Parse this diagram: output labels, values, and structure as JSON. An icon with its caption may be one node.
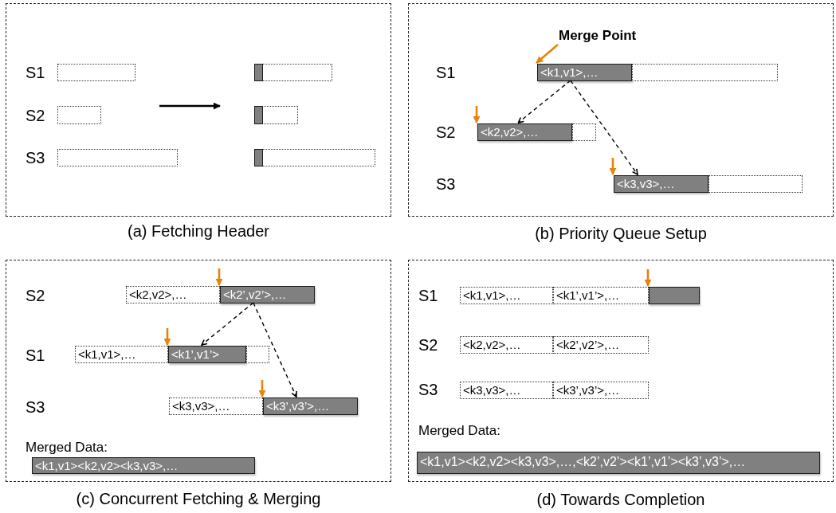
{
  "diagram": {
    "nodes": [
      {
        "text": [],
        "shape": "box",
        "beside": [
          "(a) Fetching Header"
        ]
      },
      {
        "text": [],
        "shape": "bar",
        "in": 0
      },
      {
        "text": [],
        "shape": "bar",
        "in": 0
      },
      {
        "text": [],
        "shape": "bar",
        "in": 0
      },
      {
        "text": [],
        "shape": "bar",
        "in": 0
      },
      {
        "text": [],
        "shape": "bar",
        "in": 0
      },
      {
        "text": [],
        "shape": "bar",
        "in": 0
      },
      {
        "text": [],
        "shape": "box",
        "beside": [
          "(b) Priority Queue Setup"
        ]
      },
      {
        "text": [
          "Merge Point"
        ],
        "in": 7
      },
      {
        "text": [
          "<k1,v1>,…"
        ],
        "in": 7
      },
      {
        "text": [],
        "shape": "bar",
        "in": 7
      },
      {
        "text": [
          "<k2,v2>,…"
        ],
        "in": 7
      },
      {
        "text": [],
        "shape": "bar",
        "in": 7
      },
      {
        "text": [
          "<k3,v3>,…"
        ],
        "in": 7
      },
      {
        "text": [],
        "shape": "bar",
        "in": 7
      },
      {
        "text": [],
        "shape": "box",
        "beside": [
          "(c) Concurrent Fetching & Merging"
        ]
      },
      {
        "text": [
          "<k2,v2>,…"
        ],
        "in": 15
      },
      {
        "text": [
          "<k2’,v2’>,…"
        ],
        "in": 15
      },
      {
        "text": [
          "<k1,v1>,…"
        ],
        "in": 15
      },
      {
        "text": [
          "<k1’,v1’>"
        ],
        "in": 15
      },
      {
        "text": [],
        "shape": "bar",
        "in": 15
      },
      {
        "text": [
          "<k3,v3>,…"
        ],
        "in": 15
      },
      {
        "text": [
          "<k3’,v3’>,…"
        ],
        "in": 15
      },
      {
        "text": [
          "<k1,v1><k2,v2><k3,v3>,…"
        ],
        "in": 15,
        "beside": [
          "Merged Data:"
        ]
      },
      {
        "text": [],
        "shape": "box",
        "beside": [
          "(d) Towards Completion"
        ]
      },
      {
        "text": [
          "<k1,v1>,…"
        ],
        "in": 24
      },
      {
        "text": [
          "<k1’,v1’>,…"
        ],
        "in": 24
      },
      {
        "text": [],
        "shape": "bar",
        "in": 24
      },
      {
        "text": [
          "<k2,v2>,…"
        ],
        "in": 24
      },
      {
        "text": [
          "<k2’,v2’>,…"
        ],
        "in": 24
      },
      {
        "text": [
          "<k3,v3>,…"
        ],
        "in": 24
      },
      {
        "text": [
          "<k3’,v3’>,…"
        ],
        "in": 24
      },
      {
        "text": [
          "<k1,v1><k2,v2><k3,v3>,…,<k2’,v2’><k1’,v1’><k3’,v3’>,…"
        ],
        "in": 24,
        "beside": [
          "Merged Data:"
        ]
      }
    ],
    "edges": [
      {
        "from": 8,
        "to": 9,
        "arrow": "to",
        "color": "#e8820c"
      },
      {
        "from": 9,
        "to": 11,
        "arrow": "to",
        "style": "dashed",
        "color": "#000000"
      },
      {
        "from": 9,
        "to": 13,
        "arrow": "to",
        "style": "dashed",
        "color": "#000000"
      },
      {
        "from": null,
        "to": 11,
        "arrow": "to",
        "color": "#e8820c"
      },
      {
        "from": null,
        "to": 13,
        "arrow": "to",
        "color": "#e8820c"
      },
      {
        "from": 17,
        "to": 19,
        "arrow": "to",
        "style": "dashed",
        "color": "#000000"
      },
      {
        "from": 17,
        "to": 22,
        "arrow": "to",
        "style": "dashed",
        "color": "#000000"
      },
      {
        "from": null,
        "to": 17,
        "arrow": "to",
        "color": "#e8820c"
      },
      {
        "from": null,
        "to": 19,
        "arrow": "to",
        "color": "#e8820c"
      },
      {
        "from": null,
        "to": 22,
        "arrow": "to",
        "color": "#e8820c"
      },
      {
        "from": null,
        "to": 27,
        "arrow": "to",
        "color": "#e8820c"
      }
    ],
    "labels": [
      "S1",
      "S2",
      "S3",
      "S1",
      "S2",
      "S3",
      "S2",
      "S1",
      "S3",
      "S1",
      "S2",
      "S3"
    ]
  }
}
